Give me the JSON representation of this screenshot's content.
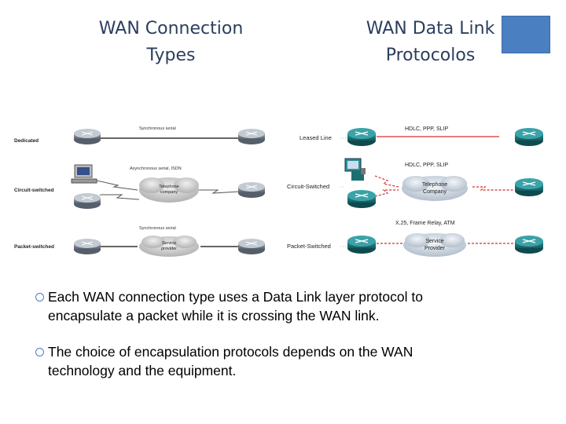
{
  "slide": {
    "title_left": [
      "WAN Connection",
      "Types"
    ],
    "title_right": [
      "WAN Data Link",
      "Protocolos"
    ]
  },
  "left_diagram": {
    "rows": [
      "Dedicated",
      "Circuit-switched",
      "Packet-switched"
    ],
    "labels": {
      "dedicated": "Synchronous serial",
      "circuit": "Asynchronous serial, ISDN",
      "packet": "Synchronous serial"
    },
    "clouds": {
      "circuit": [
        "Telephone",
        "company"
      ],
      "packet": [
        "Service",
        "provider"
      ]
    }
  },
  "right_diagram": {
    "rows": [
      "Leased Line",
      "Circuit-Switched",
      "Packet-Switched"
    ],
    "protocols": {
      "leased": "HDLC, PPP, SLIP",
      "circuit": "HDLC, PPP, SLIP",
      "packet": "X.25, Frame Relay, ATM"
    },
    "clouds": {
      "circuit": [
        "Telephone",
        "Company"
      ],
      "packet": [
        "Service",
        "Provider"
      ]
    }
  },
  "bullets": [
    [
      "Each WAN connection type uses a Data Link layer protocol to",
      "encapsulate a packet while it is crossing the WAN link."
    ],
    [
      "The choice of encapsulation protocols depends on the WAN",
      "technology and the equipment."
    ]
  ],
  "colors": {
    "title": "#2c3e5e",
    "accent": "#4a7fc1",
    "serial_line": "#d03030"
  }
}
